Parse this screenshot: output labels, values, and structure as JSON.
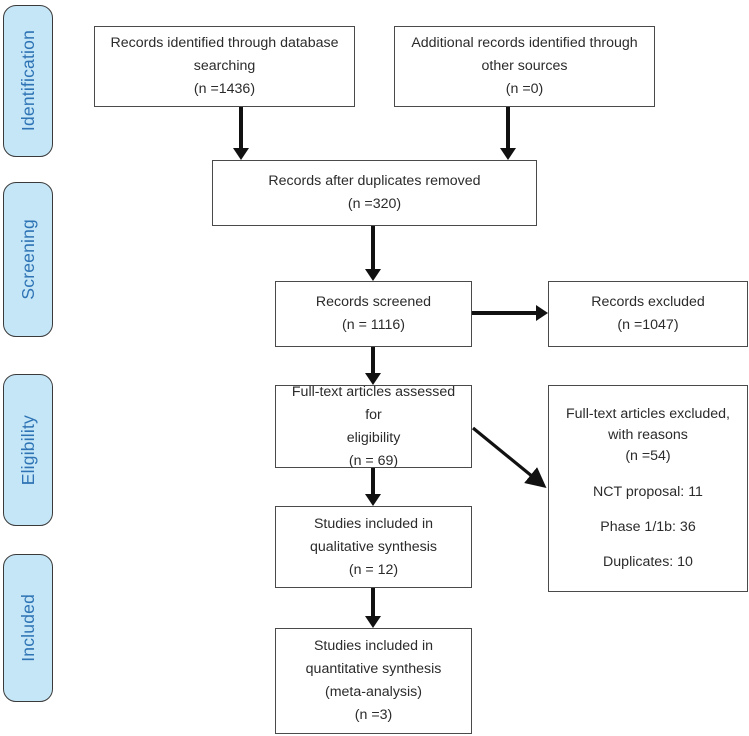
{
  "diagram": {
    "type": "prisma-flow-diagram",
    "stages": [
      {
        "id": "identification",
        "label": "Identification"
      },
      {
        "id": "screening",
        "label": "Screening"
      },
      {
        "id": "eligibility",
        "label": "Eligibility"
      },
      {
        "id": "included",
        "label": "Included"
      }
    ],
    "boxes": {
      "db_search": {
        "line1": "Records identified through database",
        "line2": "searching",
        "line3": "(n =1436)"
      },
      "other_sources": {
        "line1": "Additional records identified through",
        "line2": "other sources",
        "line3": "(n =0)"
      },
      "duplicates_removed": {
        "line1": "Records after duplicates removed",
        "line2": "(n =320)"
      },
      "records_screened": {
        "line1": "Records screened",
        "line2": "(n = 1116)"
      },
      "records_excluded": {
        "line1": "Records excluded",
        "line2": "(n =1047)"
      },
      "fulltext_assessed": {
        "line1": "Full-text articles assessed for",
        "line2": "eligibility",
        "line3": "(n = 69)"
      },
      "fulltext_excluded": {
        "line1": "Full-text articles excluded,",
        "line2": "with reasons",
        "line3": "(n =54)",
        "reason1": "NCT proposal: 11",
        "reason2": "Phase 1/1b: 36",
        "reason3": "Duplicates: 10"
      },
      "qualitative": {
        "line1": "Studies included in",
        "line2": "qualitative synthesis",
        "line3": "(n = 12)"
      },
      "quantitative": {
        "line1": "Studies included in",
        "line2": "quantitative synthesis",
        "line3": "(meta-analysis)",
        "line4": "(n =3)"
      }
    },
    "colors": {
      "stage_fill": "#c5e6f7",
      "stage_text": "#2e74b5",
      "stage_border": "#3a3a3a",
      "box_border": "#4a4a4a",
      "box_text": "#2b2b2b",
      "connector": "#111111",
      "background": "#ffffff"
    }
  }
}
